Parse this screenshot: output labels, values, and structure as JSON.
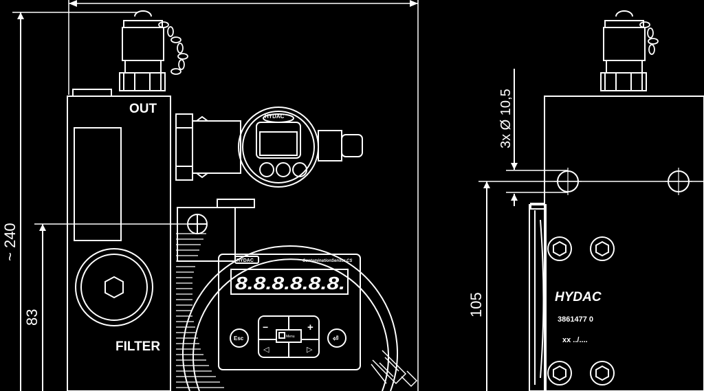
{
  "labels": {
    "out": "OUT",
    "filter": "FILTER",
    "dim_height": "~ 240",
    "dim_83": "83",
    "dim_105": "105",
    "holes": "3x Ø 10,5",
    "brand_display": "HYDAC",
    "brand_panel": "HYDAC",
    "panel_title": "ContaminationSensor CS",
    "segment_display": "8.8.8.8.8.8.",
    "brand_side": "HYDAC",
    "part_number": "3861477 0",
    "date_code": "xx  ../....",
    "key_esc": "Esc",
    "key_enter": "⏎",
    "key_minus": "−",
    "key_plus": "+",
    "key_left": "◁",
    "key_right": "▷",
    "key_center": "Menu"
  },
  "colors": {
    "background": "#000000",
    "line": "#ffffff"
  }
}
